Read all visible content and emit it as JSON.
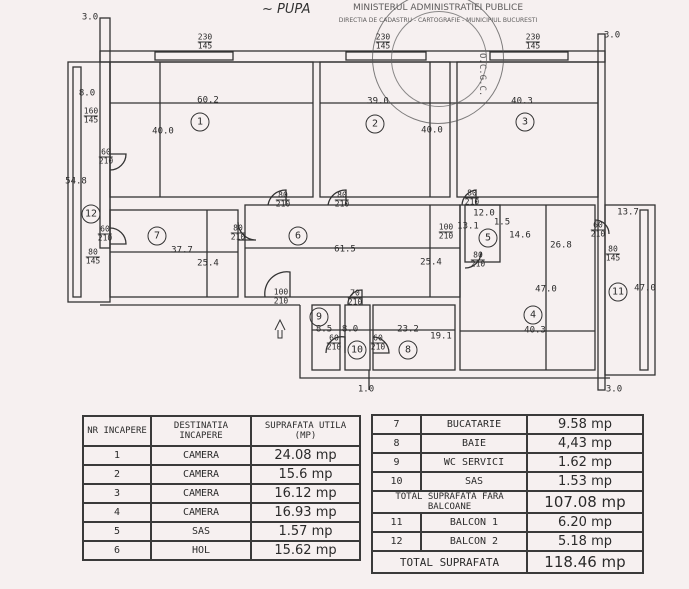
{
  "stamp": {
    "ring_text": "MINISTERUL ADMINISTRATIEI PUBLICE",
    "inner_text": "DIRECTIA DE CADASTRU - CARTOGRAFIE - MUNICIPIUL BUCURESTI",
    "side_text": "O.C.G.C.",
    "signature": "PUPA"
  },
  "plan": {
    "rooms": [
      "1",
      "2",
      "3",
      "4",
      "5",
      "6",
      "7",
      "8",
      "9",
      "10",
      "11",
      "12"
    ],
    "dims": {
      "wall_tl": "3.0",
      "wall_tr": "3.0",
      "wall_br": "3.0",
      "wall_b": "1.0",
      "d_8_0_left": "8.0",
      "d_60_2": "60.2",
      "d_40_0_a": "40.0",
      "d_39_0": "39.0",
      "d_40_0_b": "40.0",
      "d_40_3_top": "40.3",
      "d_54_8": "54.8",
      "d_37_7": "37.7",
      "d_25_4_a": "25.4",
      "d_61_5": "61.5",
      "d_25_4_b": "25.4",
      "d_13_1": "13.1",
      "d_12_0": "12.0",
      "d_1_5": "1.5",
      "d_14_6": "14.6",
      "d_26_8": "26.8",
      "d_13_7": "13.7",
      "d_47_0_a": "47.0",
      "d_47_0_b": "47.0",
      "d_40_3_b": "40.3",
      "d_8_5": "8.5",
      "d_8_0": "8.0",
      "d_23_2": "23.2",
      "d_19_1": "19.1"
    },
    "openings": [
      {
        "w": "230",
        "h": "145"
      },
      {
        "w": "230",
        "h": "145"
      },
      {
        "w": "230",
        "h": "145"
      },
      {
        "w": "160",
        "h": "145"
      },
      {
        "w": "60",
        "h": "210"
      },
      {
        "w": "60",
        "h": "210"
      },
      {
        "w": "80",
        "h": "145"
      },
      {
        "w": "80",
        "h": "210"
      },
      {
        "w": "80",
        "h": "210"
      },
      {
        "w": "80",
        "h": "210"
      },
      {
        "w": "80",
        "h": "210"
      },
      {
        "w": "100",
        "h": "210"
      },
      {
        "w": "100",
        "h": "210"
      },
      {
        "w": "80",
        "h": "210"
      },
      {
        "w": "60",
        "h": "210"
      },
      {
        "w": "80",
        "h": "145"
      },
      {
        "w": "70",
        "h": "210"
      },
      {
        "w": "60",
        "h": "210"
      },
      {
        "w": "60",
        "h": "210"
      }
    ]
  },
  "table_left": {
    "headers": [
      "NR INCAPERE",
      "DESTINATIA INCAPERE",
      "SUPRAFATA UTILA (MP)"
    ],
    "rows": [
      {
        "nr": "1",
        "name": "CAMERA",
        "area": "24.08 mp"
      },
      {
        "nr": "2",
        "name": "CAMERA",
        "area": "15.6 mp"
      },
      {
        "nr": "3",
        "name": "CAMERA",
        "area": "16.12 mp"
      },
      {
        "nr": "4",
        "name": "CAMERA",
        "area": "16.93 mp"
      },
      {
        "nr": "5",
        "name": "SAS",
        "area": "1.57 mp"
      },
      {
        "nr": "6",
        "name": "HOL",
        "area": "15.62 mp"
      }
    ]
  },
  "table_right": {
    "rows": [
      {
        "nr": "7",
        "name": "BUCATARIE",
        "area": "9.58 mp"
      },
      {
        "nr": "8",
        "name": "BAIE",
        "area": "4,43 mp"
      },
      {
        "nr": "9",
        "name": "WC SERVICI",
        "area": "1.62 mp"
      },
      {
        "nr": "10",
        "name": "SAS",
        "area": "1.53 mp"
      }
    ],
    "subtotal_label": "TOTAL SUPRAFATA FARA BALCOANE",
    "subtotal_value": "107.08 mp",
    "balconies": [
      {
        "nr": "11",
        "name": "BALCON 1",
        "area": "6.20 mp"
      },
      {
        "nr": "12",
        "name": "BALCON 2",
        "area": "5.18 mp"
      }
    ],
    "total_label": "TOTAL SUPRAFATA",
    "total_value": "118.46 mp"
  }
}
